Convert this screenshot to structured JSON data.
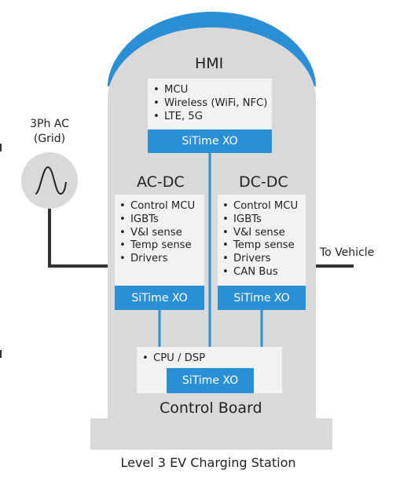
{
  "colors": {
    "dome_blue": "#2b8fd6",
    "station_grey": "#d9d9d9",
    "panel_bg": "#f2f2f2",
    "xo_blue": "#2b8fd6",
    "cable": "#333333"
  },
  "source": {
    "label_line1": "3Ph AC",
    "label_line2": "(Grid)",
    "icon": "sine-wave-icon"
  },
  "destination": {
    "label": "To Vehicle"
  },
  "hmi": {
    "title": "HMI",
    "items": [
      "MCU",
      "Wireless (WiFi, NFC)",
      "LTE, 5G"
    ],
    "xo_label": "SiTime XO"
  },
  "acdc": {
    "title": "AC-DC",
    "items": [
      "Control MCU",
      "IGBTs",
      "V&I sense",
      "Temp sense",
      "Drivers"
    ],
    "xo_label": "SiTime XO"
  },
  "dcdc": {
    "title": "DC-DC",
    "items": [
      "Control MCU",
      "IGBTs",
      "V&I sense",
      "Temp sense",
      "Drivers",
      "CAN Bus"
    ],
    "xo_label": "SiTime XO"
  },
  "control_board": {
    "title": "Control Board",
    "items": [
      "CPU / DSP"
    ],
    "xo_label": "SiTime XO"
  },
  "caption": "Level 3 EV Charging Station"
}
